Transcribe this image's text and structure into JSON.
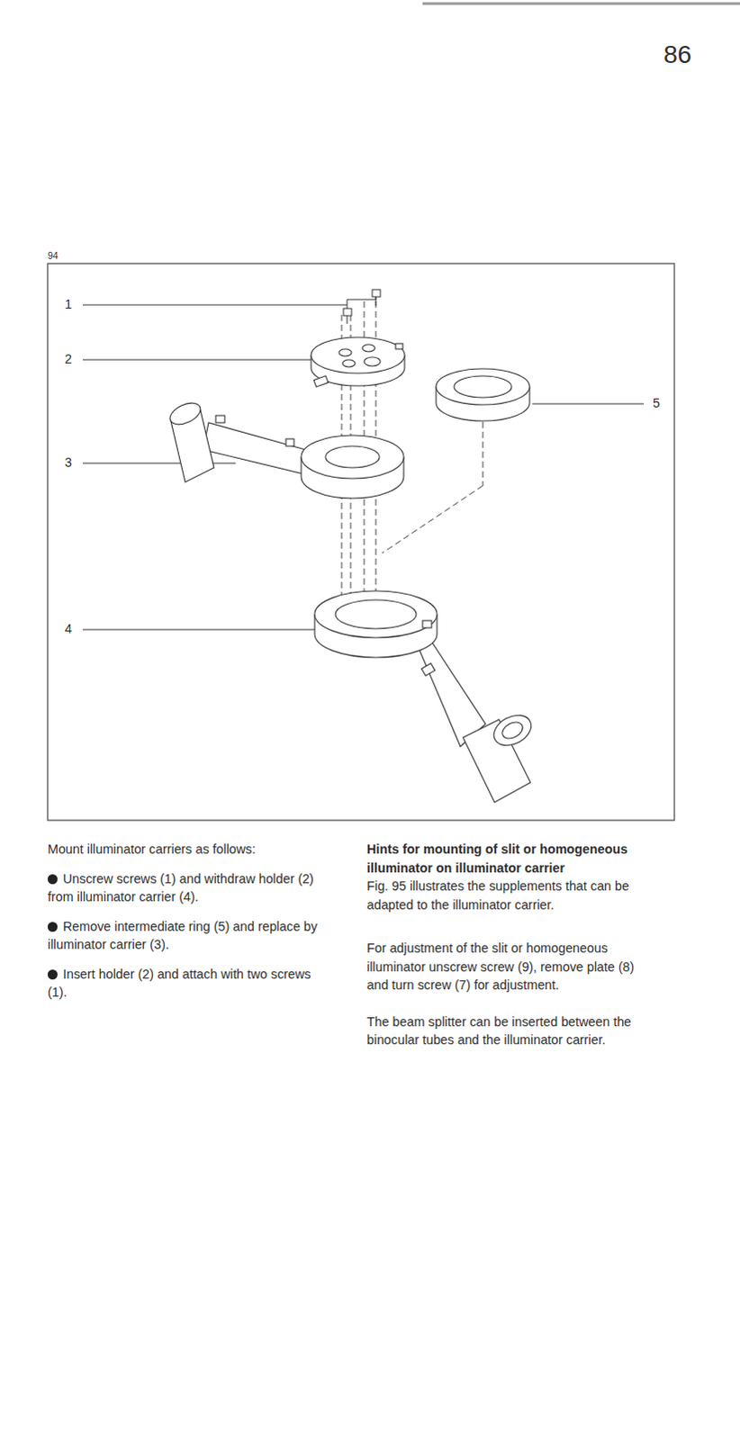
{
  "diagram": {
    "labels": [
      "86",
      "94",
      "1",
      "2",
      "3",
      "4",
      "5",
      "Mount illuminator carriers as follows:",
      "Unscrew screws (1) and withdraw holder (2) from illuminator carrier (4).",
      "Remove intermediate ring (5) and replace by illuminator carrier (3).",
      "Insert holder (2) and attach with two screws (1).",
      "Hints for mounting of slit or homogeneous illuminator on illuminator carrier",
      "Fig. 95 illustrates the supplements that can be adapted to the illuminator carrier.",
      "For adjustment of the slit or homogeneous illuminator unscrew screw (9), remove plate (8) and turn screw (7) for adjustment.",
      "The beam splitter can be inserted between the binocular tubes and the illuminator carrier."
    ]
  }
}
